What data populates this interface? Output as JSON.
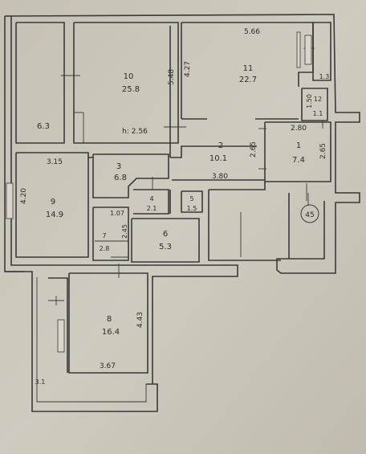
{
  "rooms": [
    {
      "id": "r10",
      "number": "10",
      "area": "25.8"
    },
    {
      "id": "r11",
      "number": "11",
      "area": "22.7"
    },
    {
      "id": "r12",
      "number": "12",
      "area": "1.1"
    },
    {
      "id": "r1",
      "number": "1",
      "area": "7.4"
    },
    {
      "id": "r2",
      "number": "2",
      "area": "10.1"
    },
    {
      "id": "r3",
      "number": "3",
      "area": "6.8"
    },
    {
      "id": "r9",
      "number": "9",
      "area": "14.9"
    },
    {
      "id": "r4",
      "number": "4",
      "area": "2.1"
    },
    {
      "id": "r5",
      "number": "5",
      "area": "1.5"
    },
    {
      "id": "r6",
      "number": "6",
      "area": "5.3"
    },
    {
      "id": "r7",
      "number": "7",
      "area": "2.8"
    },
    {
      "id": "r8",
      "number": "8",
      "area": "16.4"
    }
  ],
  "dimensions": {
    "top_right": "5.66",
    "r10_height": "5.48",
    "r11_height": "4.27",
    "ceiling": "h: 2.56",
    "r1_width": "2.80",
    "r1_height": "2.65",
    "r2_height": "2.65",
    "corridor_width": "3.80",
    "r9_width": "3.15",
    "r9_height": "4.20",
    "r7_width": "1.07",
    "r7_height": "2.45",
    "r8_height": "4.43",
    "r8_width": "3.67",
    "r12_dim": "1.50"
  },
  "loose_areas": {
    "left_strip": "6.3",
    "top_right_niche": "1.3",
    "bottom_left": "3.1"
  },
  "marker": "45"
}
